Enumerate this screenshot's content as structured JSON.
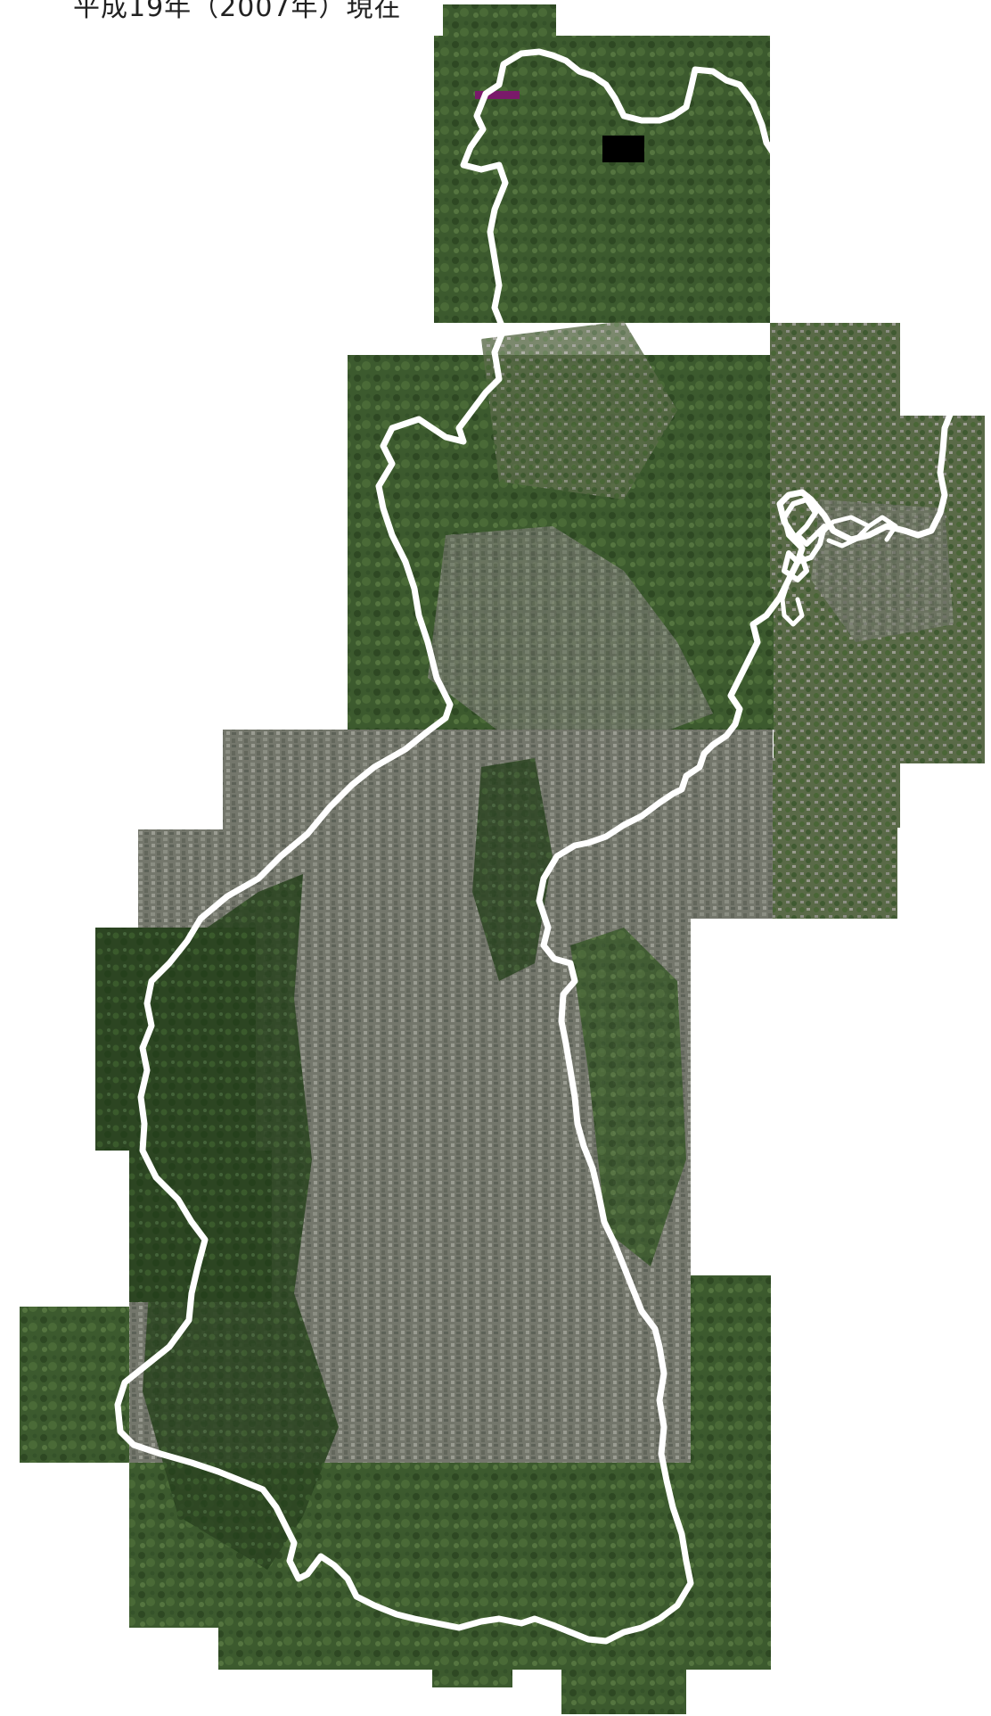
{
  "caption": "平成19年（2007年）現在",
  "colors": {
    "background": "#ffffff",
    "forest_dark": "#2f4a24",
    "forest": "#3f5f30",
    "forest_light": "#5d7a45",
    "urban": "#7a7d72",
    "urban_dark": "#5e6258",
    "boundary": "#ffffff",
    "marker_purple": "#7a1a6a",
    "marker_black": "#000000"
  },
  "map": {
    "type": "aerial-photo-mosaic",
    "boundary_style": "white outline"
  }
}
